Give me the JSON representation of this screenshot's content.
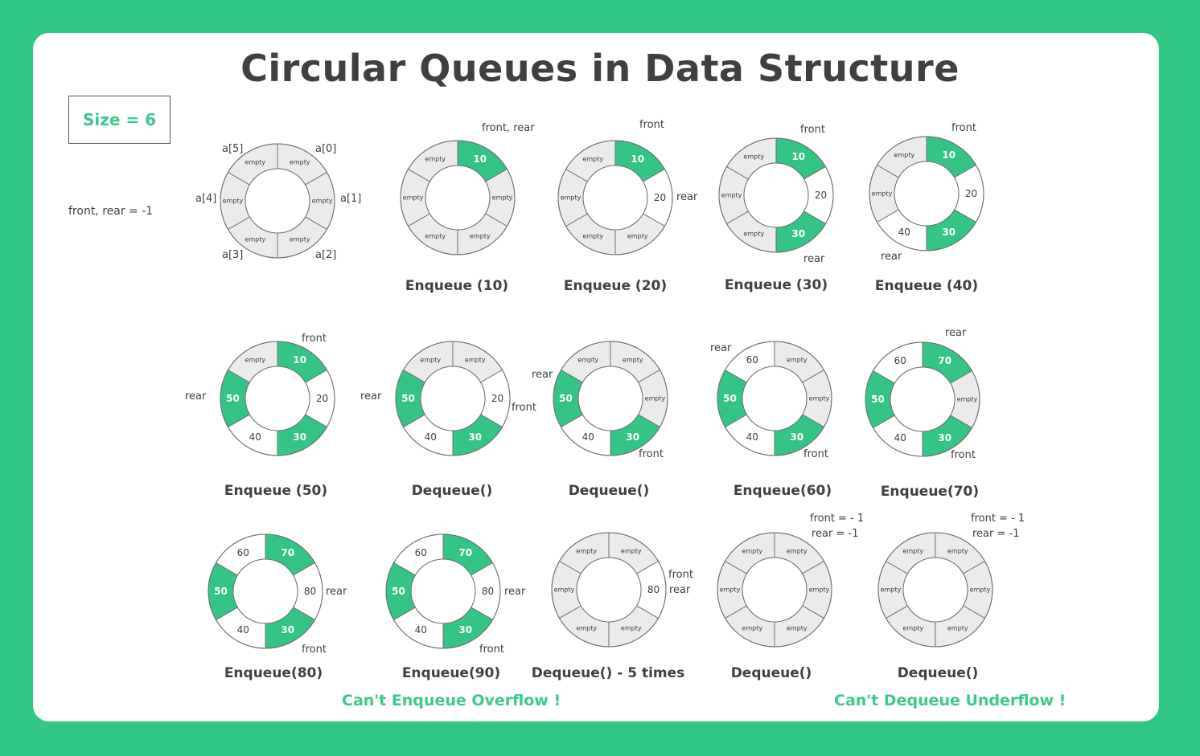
{
  "title": "Circular Queues in Data Structure",
  "size_label": "Size = 6",
  "initial_state": "front, rear = -1",
  "colors": {
    "background": "#33c785",
    "filled_segment": "#34c486",
    "empty_segment": "#ebebeb",
    "value_segment": "#ffffff",
    "accent_text": "#3ec98a",
    "text": "#404040"
  },
  "initial_ring": {
    "indices": [
      "a[0]",
      "a[1]",
      "a[2]",
      "a[3]",
      "a[4]",
      "a[5]"
    ],
    "slots": [
      "empty",
      "empty",
      "empty",
      "empty",
      "empty",
      "empty"
    ]
  },
  "states": [
    {
      "caption": "Enqueue (10)",
      "slots": [
        "10",
        "empty",
        "empty",
        "empty",
        "empty",
        "empty"
      ],
      "filled": [
        0
      ],
      "labels": [
        "front, rear"
      ]
    },
    {
      "caption": "Enqueue (20)",
      "slots": [
        "10",
        "20",
        "empty",
        "empty",
        "empty",
        "empty"
      ],
      "filled": [
        0
      ],
      "labels": [
        "front",
        "rear"
      ]
    },
    {
      "caption": "Enqueue (30)",
      "slots": [
        "10",
        "20",
        "30",
        "empty",
        "empty",
        "empty"
      ],
      "filled": [
        0,
        2
      ],
      "labels": [
        "front",
        "rear"
      ]
    },
    {
      "caption": "Enqueue (40)",
      "slots": [
        "10",
        "20",
        "30",
        "40",
        "empty",
        "empty"
      ],
      "filled": [
        0,
        2
      ],
      "labels": [
        "front",
        "rear"
      ]
    },
    {
      "caption": "Enqueue (50)",
      "slots": [
        "10",
        "20",
        "30",
        "40",
        "50",
        "empty"
      ],
      "filled": [
        0,
        2,
        4
      ],
      "labels": [
        "front",
        "rear"
      ]
    },
    {
      "caption": "Dequeue()",
      "slots": [
        "empty",
        "20",
        "30",
        "40",
        "50",
        "empty"
      ],
      "filled": [
        2,
        4
      ],
      "labels": [
        "rear",
        "front"
      ]
    },
    {
      "caption": "Dequeue()",
      "slots": [
        "empty",
        "empty",
        "30",
        "40",
        "50",
        "empty"
      ],
      "filled": [
        2,
        4
      ],
      "labels": [
        "rear",
        "front"
      ]
    },
    {
      "caption": "Enqueue(60)",
      "slots": [
        "empty",
        "empty",
        "30",
        "40",
        "50",
        "60"
      ],
      "filled": [
        2,
        4
      ],
      "labels": [
        "rear",
        "front"
      ]
    },
    {
      "caption": "Enqueue(70)",
      "slots": [
        "70",
        "empty",
        "30",
        "40",
        "50",
        "60"
      ],
      "filled": [
        0,
        2,
        4
      ],
      "labels": [
        "rear",
        "front"
      ]
    },
    {
      "caption": "Enqueue(80)",
      "slots": [
        "70",
        "80",
        "30",
        "40",
        "50",
        "60"
      ],
      "filled": [
        0,
        2,
        4
      ],
      "labels": [
        "rear",
        "front"
      ]
    },
    {
      "caption": "Enqueue(90)",
      "slots": [
        "70",
        "80",
        "30",
        "40",
        "50",
        "60"
      ],
      "filled": [
        0,
        2,
        4
      ],
      "labels": [
        "rear",
        "front"
      ]
    },
    {
      "caption": "Dequeue() - 5 times",
      "slots": [
        "empty",
        "80",
        "empty",
        "empty",
        "empty",
        "empty"
      ],
      "filled": [],
      "labels": [
        "front",
        "rear"
      ]
    },
    {
      "caption": "Dequeue()",
      "slots": [
        "empty",
        "empty",
        "empty",
        "empty",
        "empty",
        "empty"
      ],
      "filled": [],
      "labels": [
        "front = - 1",
        "rear = -1"
      ]
    },
    {
      "caption": "Dequeue()",
      "slots": [
        "empty",
        "empty",
        "empty",
        "empty",
        "empty",
        "empty"
      ],
      "filled": [],
      "labels": [
        "front = - 1",
        "rear = -1"
      ]
    }
  ],
  "messages": {
    "overflow": "Can't Enqueue Overflow !",
    "underflow": "Can't Dequeue Underflow !"
  }
}
